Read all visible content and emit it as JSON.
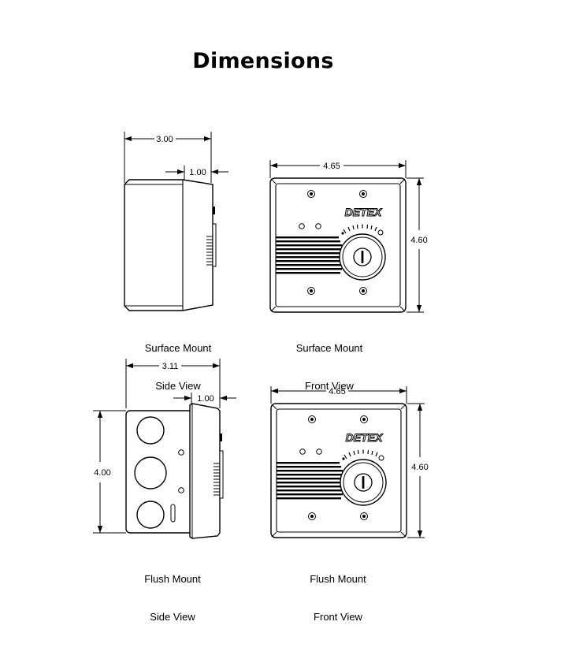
{
  "title": "Dimensions",
  "brand": "DETEX",
  "dimensions": {
    "surface_side_width": "3.00",
    "surface_side_depth": "1.00",
    "surface_front_width": "4.65",
    "surface_front_height": "4.60",
    "flush_side_width": "3.11",
    "flush_side_depth": "1.00",
    "flush_side_height": "4.00",
    "flush_front_width": "4.65",
    "flush_front_height": "4.60"
  },
  "captions": {
    "surface_side": {
      "line1": "Surface Mount",
      "line2": "Side View"
    },
    "surface_front": {
      "line1": "Surface Mount",
      "line2": "Front View"
    },
    "flush_side": {
      "line1": "Flush Mount",
      "line2": "Side View"
    },
    "flush_front": {
      "line1": "Flush Mount",
      "line2": "Front View"
    }
  }
}
